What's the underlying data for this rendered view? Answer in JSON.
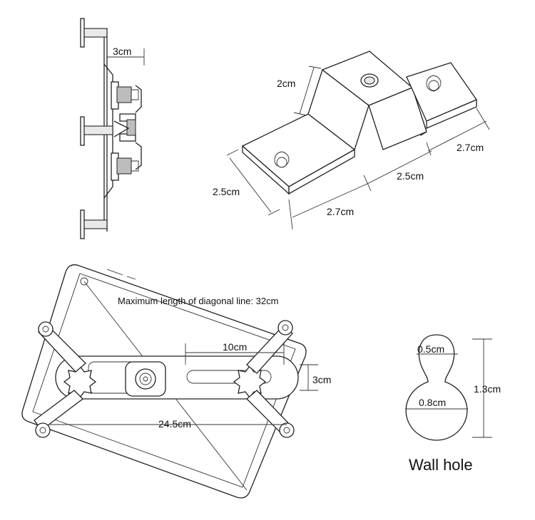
{
  "labels": {
    "side_gap": "3cm",
    "bracket_height": "2cm",
    "bracket_width": "2.5cm",
    "bracket_top_length": "2.7cm",
    "bracket_mid_length": "2.5cm",
    "bracket_bottom_length": "2.7cm",
    "diagonal_note": "Maximum length of diagonal line: 32cm",
    "slot_length": "10cm",
    "arm_height": "3cm",
    "overall_width": "24.5cm",
    "hole_top_width": "0.5cm",
    "hole_bottom_width": "0.8cm",
    "hole_height": "1.3cm",
    "wall_hole_title": "Wall hole"
  },
  "colors": {
    "line": "#222222",
    "fill": "#ffffff",
    "shade": "#e9e9e9"
  }
}
